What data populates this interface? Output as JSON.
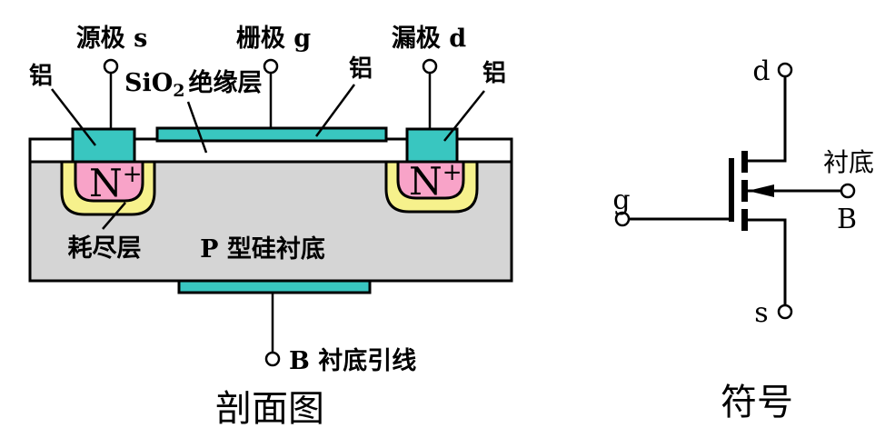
{
  "diagram": {
    "colors": {
      "metal": "#39c6c0",
      "n_plus": "#f8a3c8",
      "depletion": "#f6f18c",
      "substrate": "#d5d5d5",
      "oxide": "#ffffff",
      "line": "#000000"
    },
    "cross_section": {
      "title": "剖面图",
      "source_label": "源极 s",
      "gate_label": "栅极 g",
      "drain_label": "漏极 d",
      "al_left": "铝",
      "al_middle": "铝",
      "al_right": "铝",
      "sio2": {
        "prefix": "SiO",
        "sub": "2",
        "suffix": "绝缘层"
      },
      "n_plus": {
        "base": "N",
        "sup": "+"
      },
      "depletion_label": "耗尽层",
      "substrate_label": "P 型硅衬底",
      "body_lead_label": "B 衬底引线"
    },
    "symbol": {
      "title": "符号",
      "drain": "d",
      "gate": "g",
      "source": "s",
      "body": "B",
      "body_name": "衬底"
    }
  }
}
